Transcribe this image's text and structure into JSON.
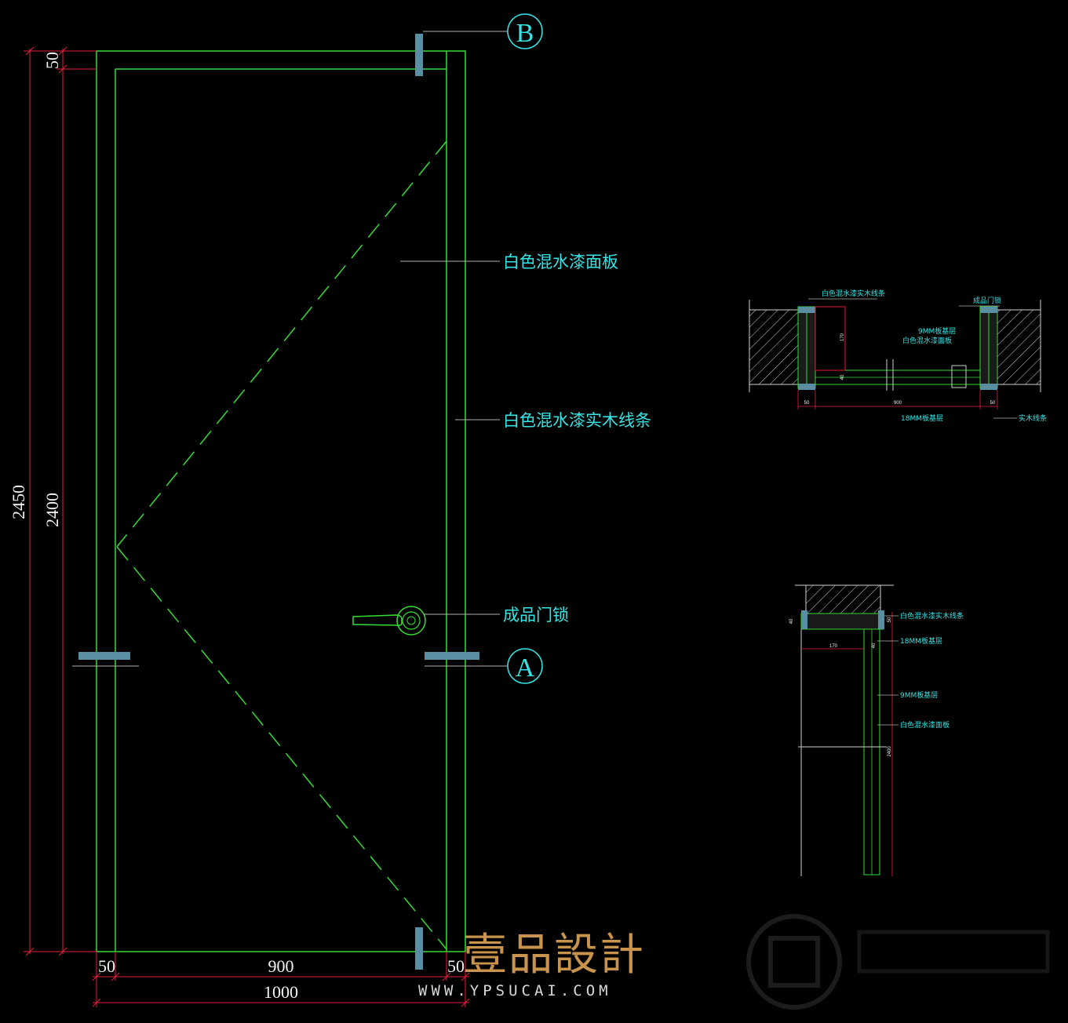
{
  "colors": {
    "background": "#000000",
    "outline": "#33dd33",
    "dimension": "#e0213a",
    "leader_label": "#33e5e5",
    "hinge": "#5a8ea3",
    "watermark": "#c8934c"
  },
  "main_elevation": {
    "dimensions": {
      "top_frame": "50",
      "total_height": "2450",
      "leaf_height": "2400",
      "left_frame_width": "50",
      "leaf_width": "900",
      "right_frame_width": "50",
      "total_width": "1000"
    },
    "labels": {
      "panel": "白色混水漆面板",
      "trim": "白色混水漆实木线条",
      "lock": "成品门锁"
    },
    "section_tags": {
      "top": "B",
      "middle": "A"
    }
  },
  "plan_section": {
    "labels": {
      "trim": "白色混水漆实木线条",
      "lock": "成品门锁",
      "core_base": "9MM板基层",
      "panel": "白色混水漆面板",
      "base_bottom": "18MM板基层",
      "solid_trim": "实木线条"
    },
    "dims": {
      "left": "50",
      "middle": "900",
      "right": "50",
      "depth": "170",
      "jamb": "40"
    }
  },
  "vertical_section": {
    "labels": {
      "trim": "白色混水漆实木线条",
      "base18": "18MM板基层",
      "base9": "9MM板基层",
      "panel": "白色混水漆面板"
    },
    "dims": {
      "left": "40",
      "depth": "170",
      "top": "50",
      "height": "2400",
      "core": "40"
    }
  },
  "watermark": {
    "brand": "壹品設計",
    "url": "WWW.YPSUCAI.COM"
  }
}
